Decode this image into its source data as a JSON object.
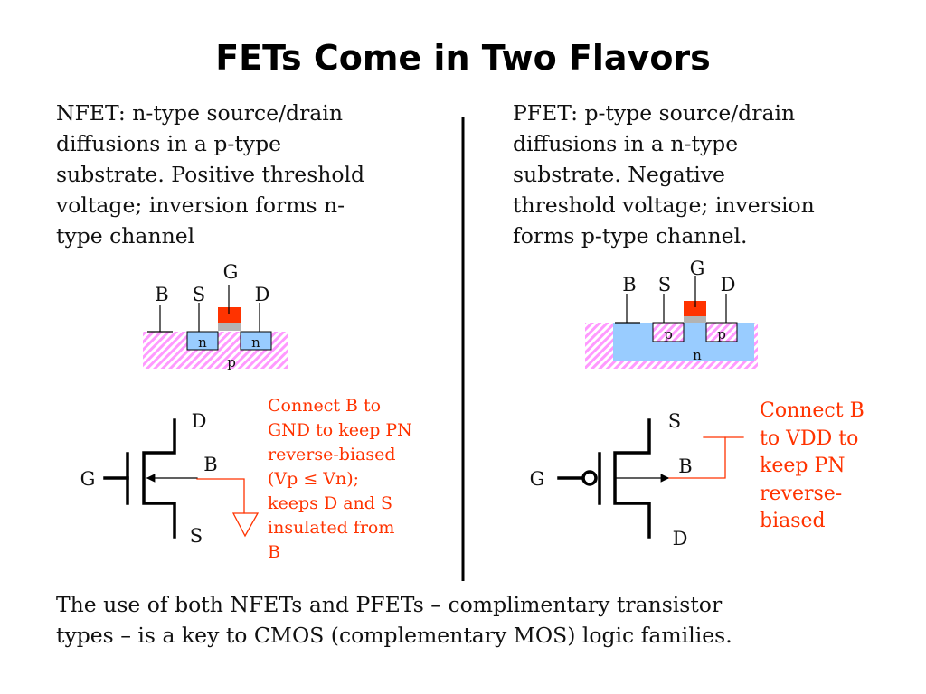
{
  "title": "FETs Come in Two Flavors",
  "nfet": {
    "description_lines": [
      "NFET: n-type source/drain",
      "diffusions in a p-type",
      "substrate.  Positive threshold",
      "voltage; inversion forms n-",
      "type channel"
    ],
    "cross_section": {
      "labels": {
        "b": "B",
        "s": "S",
        "g": "G",
        "d": "D",
        "source_region": "n",
        "drain_region": "n",
        "substrate": "p"
      }
    },
    "symbol": {
      "labels": {
        "g": "G",
        "d": "D",
        "b": "B",
        "s": "S"
      }
    },
    "note_lines": [
      "Connect B to",
      "GND to keep PN",
      "reverse-biased",
      "(Vp ≤ Vn);",
      "keeps D and S",
      "insulated from",
      "B"
    ]
  },
  "pfet": {
    "description_lines": [
      "PFET: p-type source/drain",
      "diffusions in a n-type",
      "substrate.  Negative",
      "threshold voltage; inversion",
      "forms p-type channel."
    ],
    "cross_section": {
      "labels": {
        "b": "B",
        "s": "S",
        "g": "G",
        "d": "D",
        "source_region": "p",
        "drain_region": "p",
        "well": "n"
      }
    },
    "symbol": {
      "labels": {
        "g": "G",
        "s": "S",
        "b": "B",
        "d": "D"
      }
    },
    "note_lines": [
      "Connect B",
      "to VDD to",
      "keep PN",
      "reverse-",
      "biased"
    ]
  },
  "footer_lines": [
    "The use of both NFETs and PFETs – complimentary transistor",
    "types – is a key to CMOS (complementary MOS) logic families."
  ],
  "colors": {
    "accent_red": "#ff3300",
    "n_blue": "#99ccff",
    "p_hatch": "#ff99ff",
    "oxide_gray": "#b3b3b3"
  }
}
